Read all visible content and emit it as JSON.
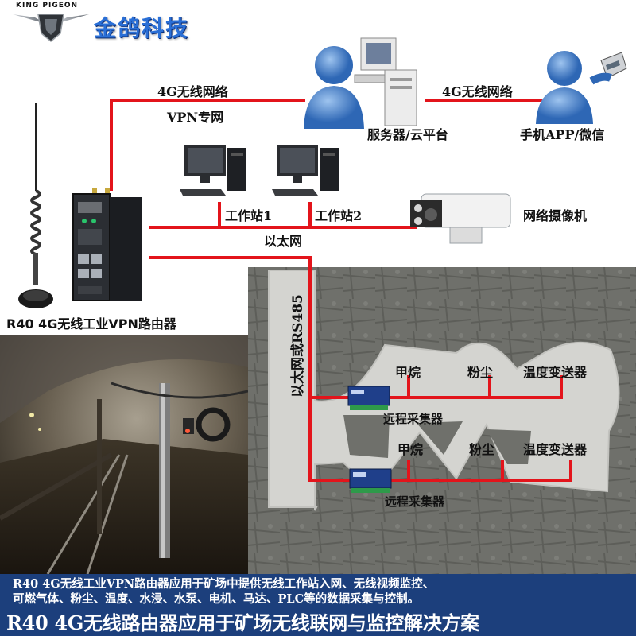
{
  "brand": {
    "name_en": "KING PIGEON",
    "name_cn": "金鸽科技"
  },
  "labels": {
    "link_4g_left": "4G无线网络",
    "vpn": "VPN专网",
    "link_4g_right": "4G无线网络",
    "server": "服务器/云平台",
    "mobile": "手机APP/微信",
    "workstation_1": "工作站1",
    "workstation_2": "工作站2",
    "ip_camera": "网络摄像机",
    "ethernet": "以太网",
    "router": "R40 4G无线工业VPN路由器",
    "bus": "以太网或RS485",
    "methane_1": "甲烷",
    "dust_1": "粉尘",
    "temp_tx_1": "温度变送器",
    "collector_1": "远程采集器",
    "methane_2": "甲烷",
    "dust_2": "粉尘",
    "temp_tx_2": "温度变送器",
    "collector_2": "远程采集器"
  },
  "footer": {
    "line1": "R40 4G无线工业VPN路由器应用于矿场中提供无线工作站入网、无线视频监控、",
    "line2": "可燃气体、粉尘、温度、水浸、水泵、电机、马达、PLC等的数据采集与控制。",
    "title": "R40 4G无线路由器应用于矿场无线联网与监控解决方案"
  },
  "colors": {
    "link_red": "#e3141b",
    "brand_blue": "#2a6fd6",
    "footer_bg": "#1c3f7c",
    "tunnel_rock": "#6e6f6a",
    "tunnel_floor": "#d4d4d0"
  }
}
